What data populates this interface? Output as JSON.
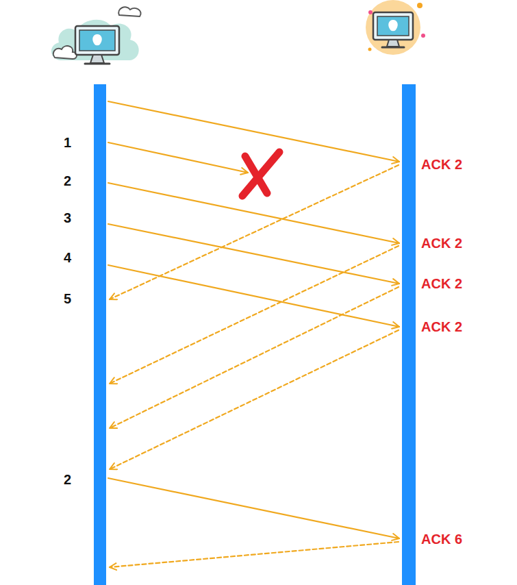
{
  "diagram": {
    "labels": [
      "1",
      "2",
      "3",
      "4",
      "5",
      "2",
      "ACK 2",
      "ACK 2",
      "ACK 2",
      "ACK 2",
      "ACK 6"
    ]
  }
}
